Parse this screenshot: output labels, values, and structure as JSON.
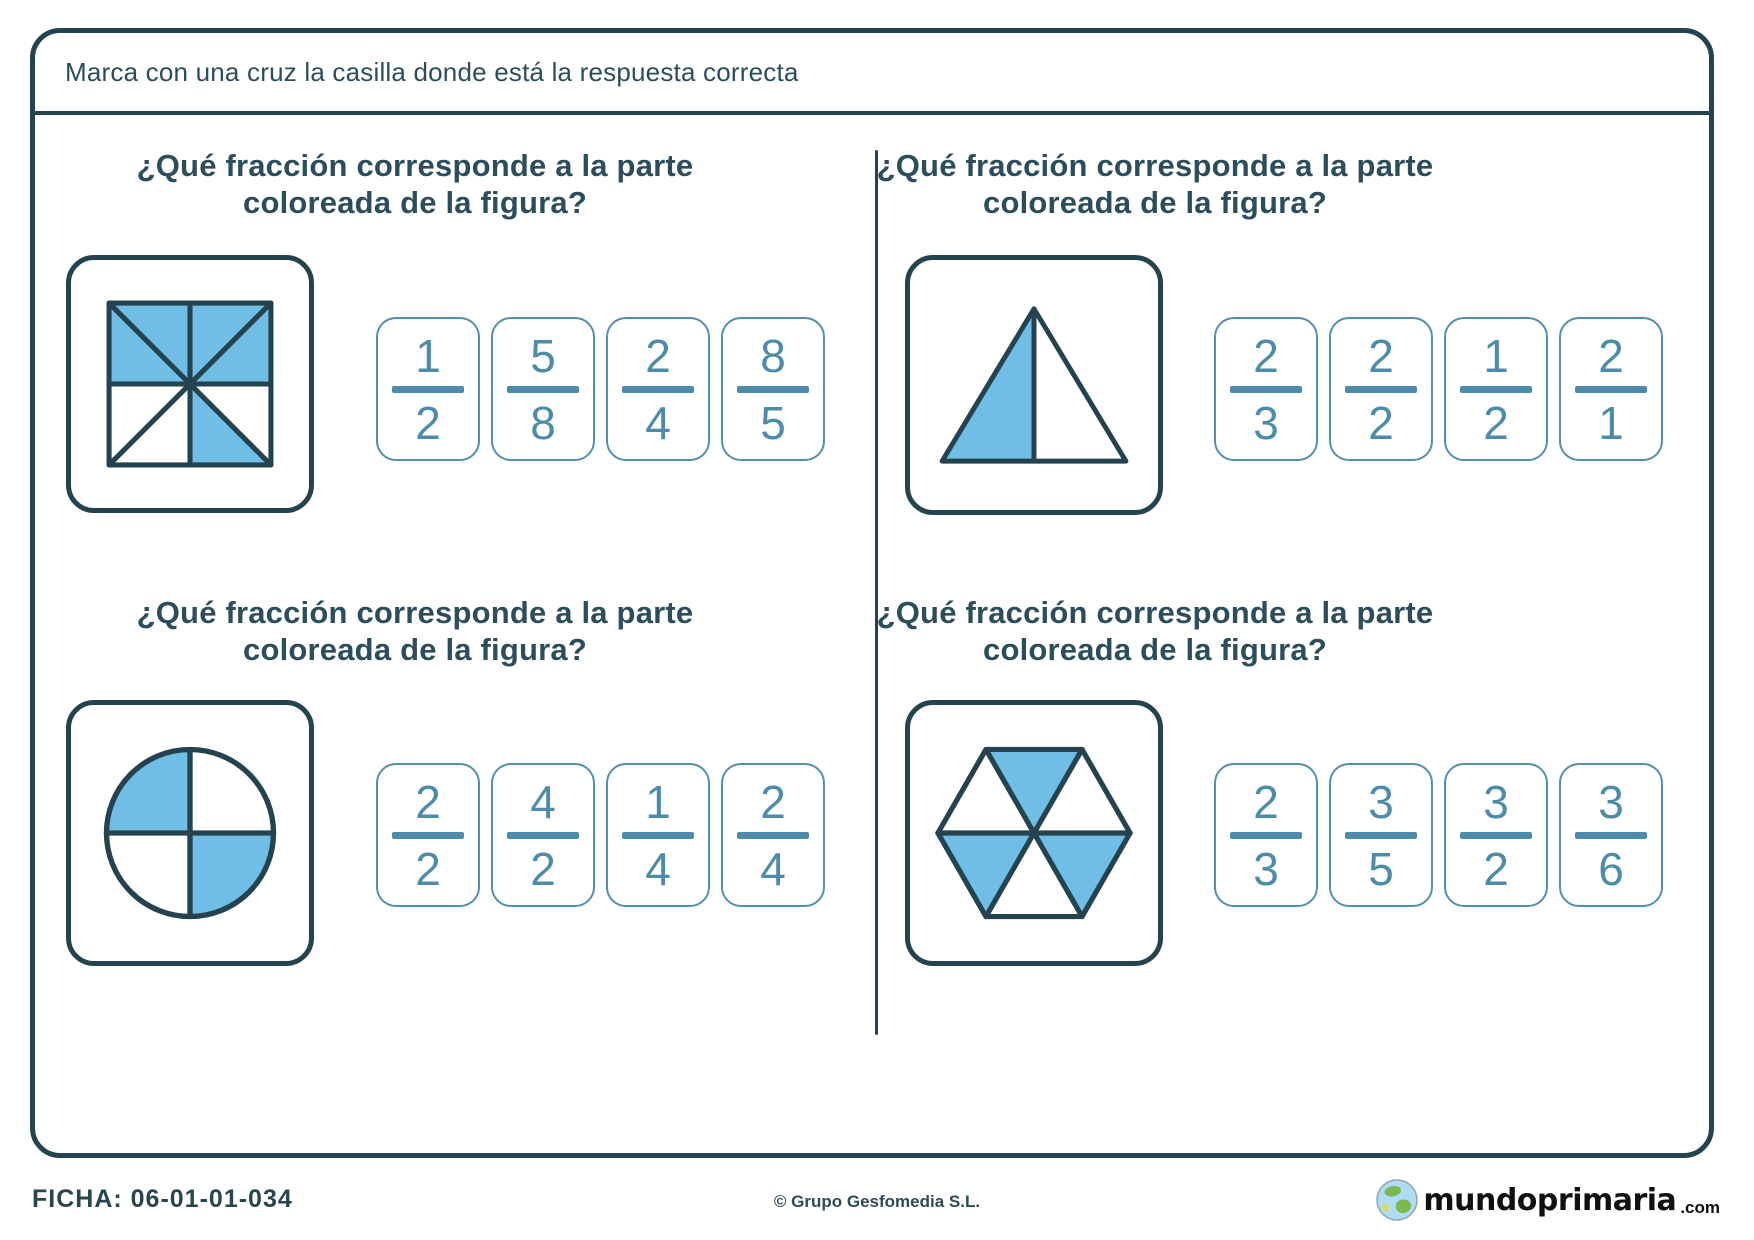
{
  "header": {
    "instruction": "Marca con una cruz la casilla donde está la respuesta correcta"
  },
  "questions": [
    {
      "title_line1": "¿Qué fracción corresponde a la parte",
      "title_line2": "coloreada de la figura?",
      "figure": {
        "name": "square-divided-into-8-triangles",
        "shaded_parts": 5,
        "total_parts": 8
      },
      "options": [
        {
          "num": "1",
          "den": "2"
        },
        {
          "num": "5",
          "den": "8"
        },
        {
          "num": "2",
          "den": "4"
        },
        {
          "num": "8",
          "den": "5"
        }
      ]
    },
    {
      "title_line1": "¿Qué fracción corresponde a la parte",
      "title_line2": "coloreada de la figura?",
      "figure": {
        "name": "triangle-divided-into-2-halves",
        "shaded_parts": 1,
        "total_parts": 2
      },
      "options": [
        {
          "num": "2",
          "den": "3"
        },
        {
          "num": "2",
          "den": "2"
        },
        {
          "num": "1",
          "den": "2"
        },
        {
          "num": "2",
          "den": "1"
        }
      ]
    },
    {
      "title_line1": "¿Qué fracción corresponde a la parte",
      "title_line2": "coloreada de la figura?",
      "figure": {
        "name": "circle-divided-into-4-quarters",
        "shaded_parts": 2,
        "total_parts": 4
      },
      "options": [
        {
          "num": "2",
          "den": "2"
        },
        {
          "num": "4",
          "den": "2"
        },
        {
          "num": "1",
          "den": "4"
        },
        {
          "num": "2",
          "den": "4"
        }
      ]
    },
    {
      "title_line1": "¿Qué fracción corresponde a la parte",
      "title_line2": "coloreada de la figura?",
      "figure": {
        "name": "hexagon-divided-into-6-triangles",
        "shaded_parts": 3,
        "total_parts": 6
      },
      "options": [
        {
          "num": "2",
          "den": "3"
        },
        {
          "num": "3",
          "den": "5"
        },
        {
          "num": "3",
          "den": "2"
        },
        {
          "num": "3",
          "den": "6"
        }
      ]
    }
  ],
  "footer": {
    "ficha_label": "FICHA: 06-01-01-034",
    "copyright": "© Grupo Gesfomedia S.L.",
    "brand": "mundoprimaria",
    "brand_suffix": ".com"
  },
  "colors": {
    "frame_dark": "#24434f",
    "title_text": "#2c4d5c",
    "shape_fill_blue": "#70bee5",
    "fraction_blue": "#4c8caa",
    "option_border": "#5290ae"
  }
}
